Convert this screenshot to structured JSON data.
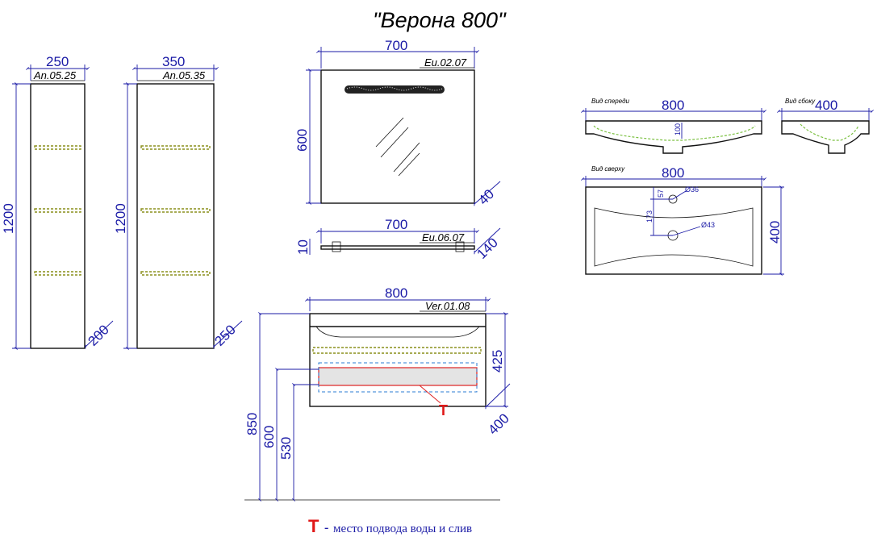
{
  "title": "\"Верона 800\"",
  "legend": {
    "marker": "Т",
    "dash": "-",
    "text": "место подвода воды и слив"
  },
  "pencil_cases": [
    {
      "width": "250",
      "code": "An.05.25",
      "height": "1200",
      "depth": "200"
    },
    {
      "width": "350",
      "code": "An.05.35",
      "height": "1200",
      "depth": "250"
    }
  ],
  "mirror": {
    "width": "700",
    "code": "Eu.02.07",
    "height": "600",
    "depth": "40"
  },
  "shelf": {
    "width": "700",
    "code": "Eu.06.07",
    "height": "10",
    "depth": "140"
  },
  "vanity": {
    "width": "800",
    "code": "Ver.01.08",
    "height": "425",
    "depth": "400",
    "floor_heights": [
      "850",
      "600",
      "530"
    ],
    "marker": "Т"
  },
  "sink_front": {
    "view": "Вид спереди",
    "width": "800",
    "inner": "100"
  },
  "sink_side": {
    "view": "Вид сбоку",
    "width": "400"
  },
  "sink_top": {
    "view": "Вид сверху",
    "width": "800",
    "depth": "400",
    "dims": [
      "57",
      "173"
    ],
    "holes": [
      "Ø36",
      "Ø43"
    ]
  }
}
